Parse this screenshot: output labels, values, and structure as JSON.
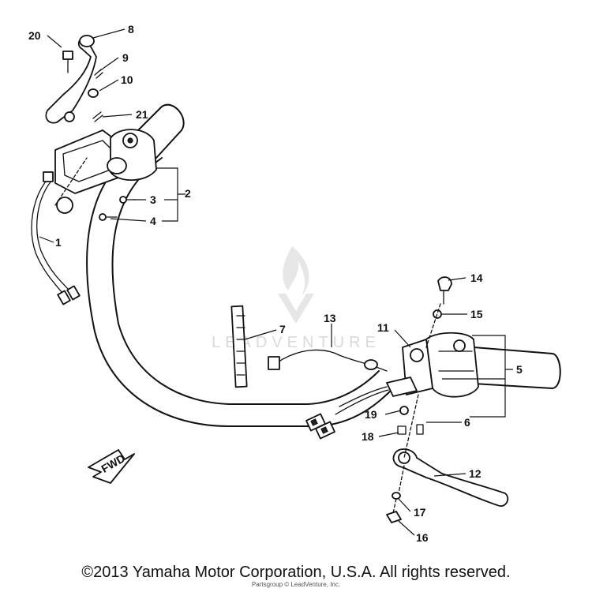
{
  "watermark": {
    "text": "LEADVENTURE"
  },
  "callouts": {
    "n1": "1",
    "n2": "2",
    "n3": "3",
    "n4": "4",
    "n5": "5",
    "n6": "6",
    "n7": "7",
    "n8": "8",
    "n9": "9",
    "n10": "10",
    "n11": "11",
    "n12": "12",
    "n13": "13",
    "n14": "14",
    "n15": "15",
    "n16": "16",
    "n17": "17",
    "n18": "18",
    "n19": "19",
    "n20": "20",
    "n21": "21"
  },
  "direction_arrow": {
    "label": "FWD"
  },
  "footer": {
    "copyright": "©2013 Yamaha Motor Corporation, U.S.A. All rights reserved.",
    "small_print": "Partsgroup © LeadVenture, Inc."
  }
}
